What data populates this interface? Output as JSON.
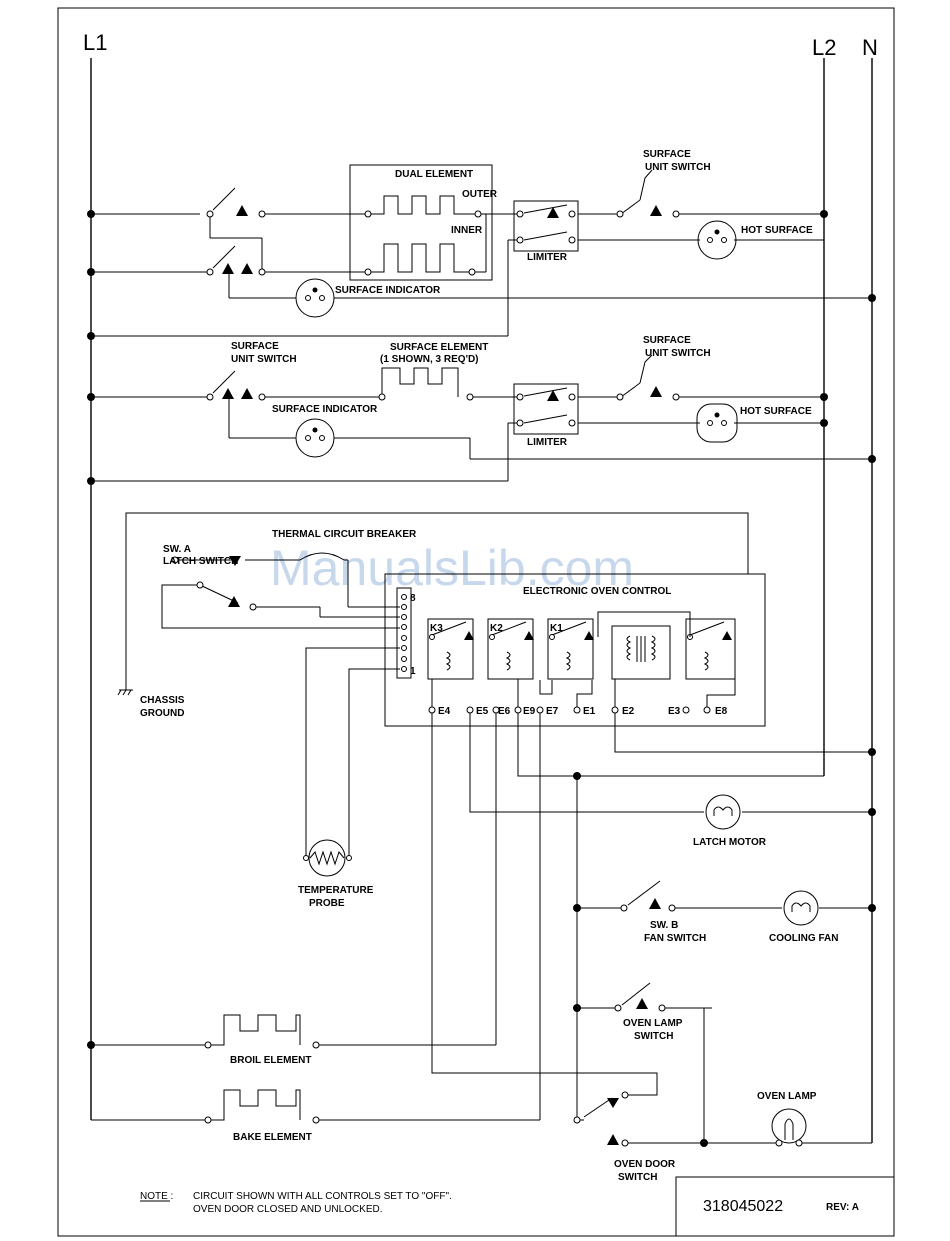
{
  "lines": {
    "l1": "L1",
    "l2": "L2",
    "n": "N"
  },
  "labels": {
    "dual_element": "DUAL ELEMENT",
    "outer": "OUTER",
    "inner": "INNER",
    "limiter": "LIMITER",
    "surface_unit_switch_1a": "SURFACE",
    "surface_unit_switch_1b": "UNIT SWITCH",
    "hot_surface": "HOT SURFACE",
    "surface_indicator": "SURFACE INDICATOR",
    "surface_unit_switch_2a": "SURFACE",
    "surface_unit_switch_2b": "UNIT SWITCH",
    "surface_element_a": "SURFACE ELEMENT",
    "surface_element_b": "(1 SHOWN, 3 REQ'D)",
    "sw_a": "SW. A",
    "latch_switch": "LATCH SWITCH",
    "thermal_breaker": "THERMAL CIRCUIT BREAKER",
    "eoc": "ELECTRONIC OVEN CONTROL",
    "chassis": "CHASSIS",
    "ground": "GROUND",
    "temp": "TEMPERATURE",
    "probe": "PROBE",
    "latch_motor": "LATCH MOTOR",
    "sw_b": "SW. B",
    "fan_switch": "FAN SWITCH",
    "cooling_fan": "COOLING FAN",
    "oven_lamp_switch_a": "OVEN LAMP",
    "oven_lamp_switch_b": "SWITCH",
    "oven_lamp": "OVEN LAMP",
    "broil": "BROIL ELEMENT",
    "bake": "BAKE ELEMENT",
    "oven_door_a": "OVEN DOOR",
    "oven_door_b": "SWITCH",
    "k3": "K3",
    "k2": "K2",
    "k1": "K1",
    "e4": "E4",
    "e5": "E5",
    "e6": "E6",
    "e9": "E9",
    "e7": "E7",
    "e1": "E1",
    "e2": "E2",
    "e3": "E3",
    "e8": "E8",
    "pin8": "8",
    "pin1": "1"
  },
  "note": {
    "label": "NOTE :",
    "line1": "CIRCUIT SHOWN WITH ALL CONTROLS SET TO \"OFF\".",
    "line2": "OVEN DOOR CLOSED AND UNLOCKED."
  },
  "title_block": {
    "part_number": "318045022",
    "rev": "REV: A"
  },
  "watermark": "ManualsLib.com"
}
